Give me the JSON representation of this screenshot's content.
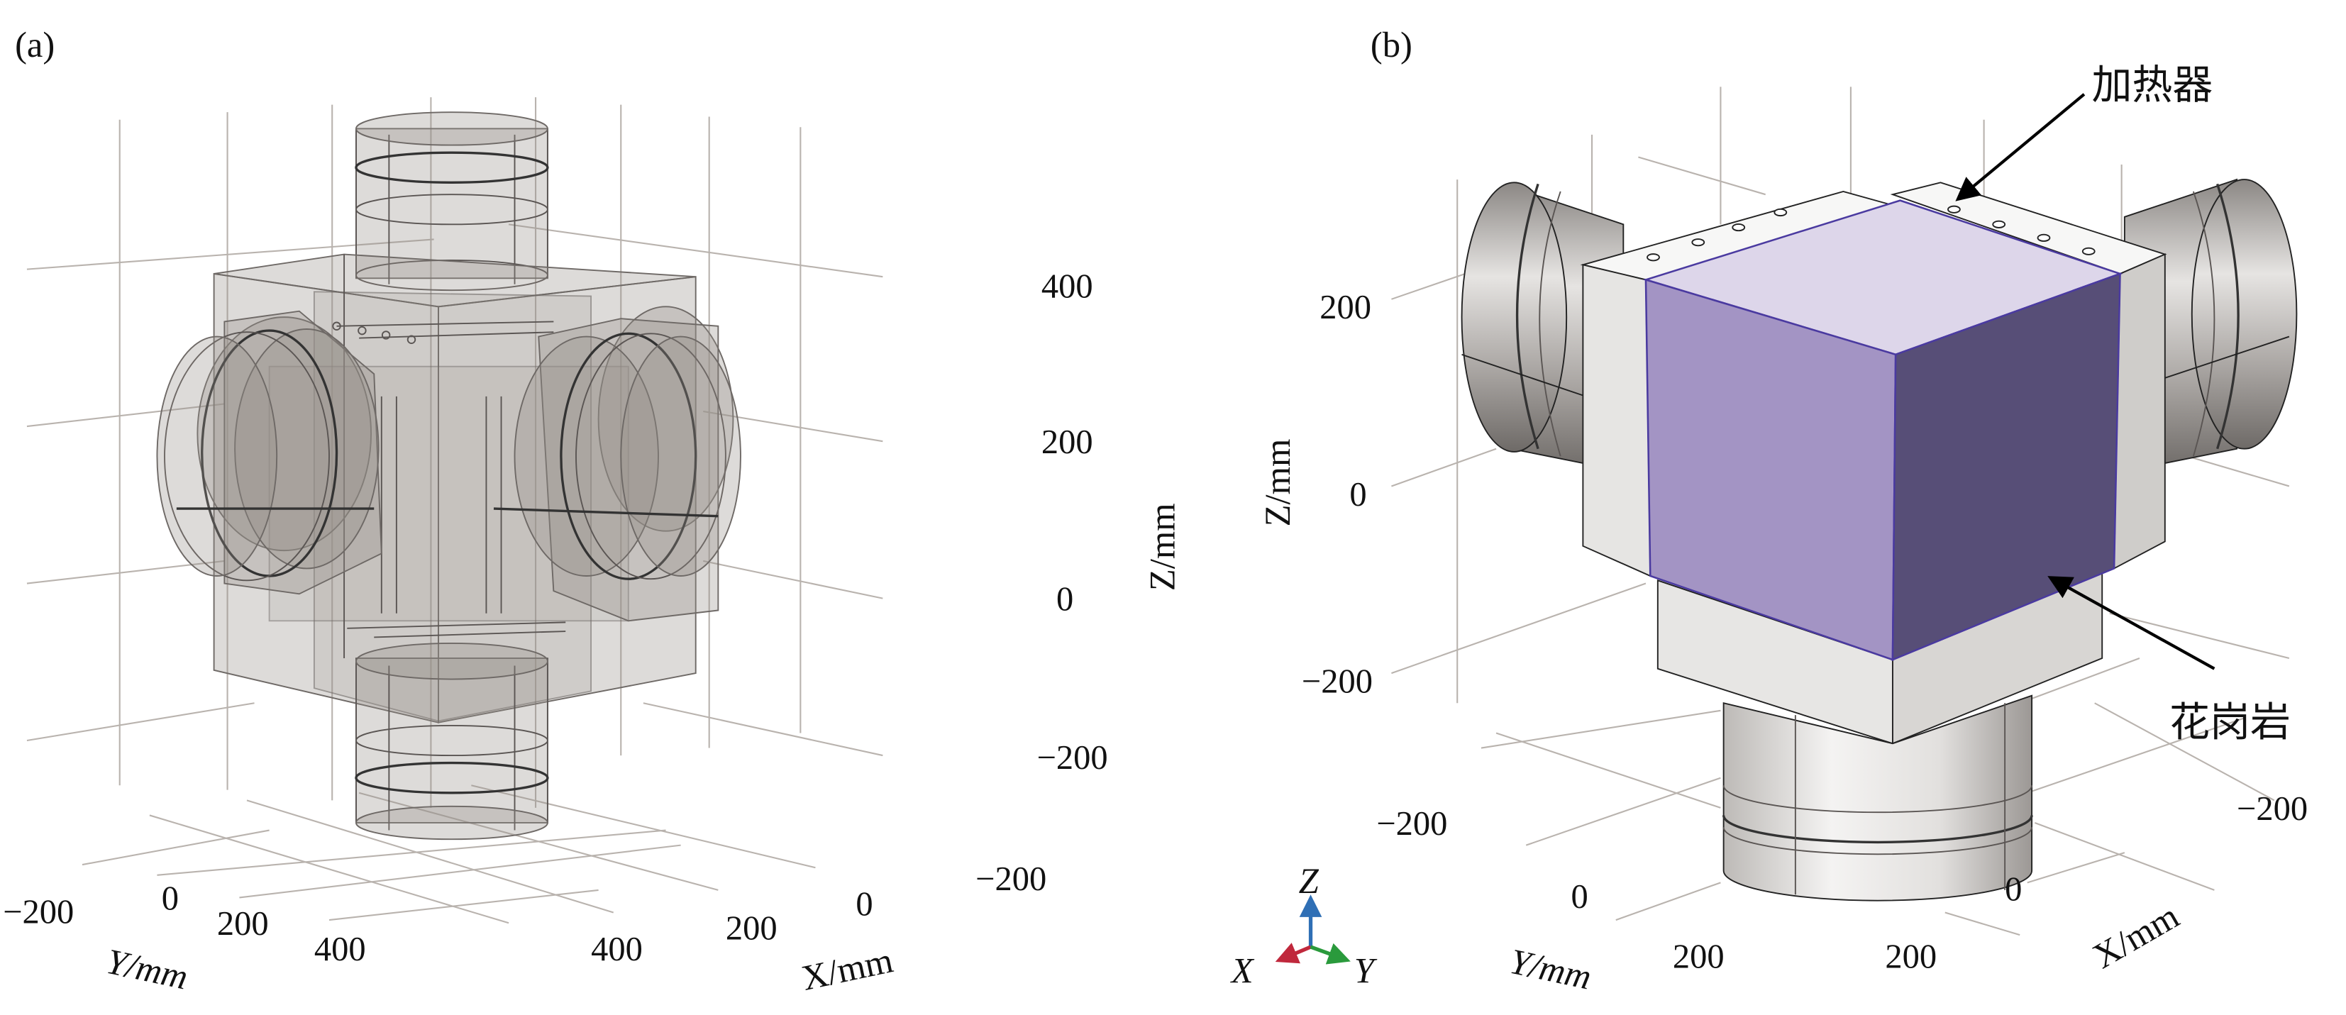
{
  "panel_a": {
    "label": "(a)",
    "z_ticks": [
      "400",
      "200",
      "0",
      "−200"
    ],
    "z_label": "Z/mm",
    "y_ticks": [
      "−200",
      "0",
      "200",
      "400"
    ],
    "y_label": "Y/mm",
    "x_ticks": [
      "400",
      "200",
      "0",
      "−200"
    ],
    "x_label": "X/mm"
  },
  "panel_b": {
    "label": "(b)",
    "z_ticks": [
      "200",
      "0",
      "−200"
    ],
    "z_label": "Z/mm",
    "y_ticks": [
      "−200",
      "0",
      "200"
    ],
    "y_label": "Y/mm",
    "x_ticks": [
      "−200",
      "0",
      "200"
    ],
    "x_label": "X/mm",
    "annotations": {
      "heater": "加热器",
      "granite": "花岗岩"
    },
    "triad": {
      "z": "Z",
      "x": "X",
      "y": "Y"
    },
    "colors": {
      "granite_top": "#ddd6ea",
      "granite_left": "#a394c4",
      "granite_right": "#574e77",
      "granite_edge": "#4a3aa0",
      "triad_x": "#c0283c",
      "triad_y": "#2a9a3c",
      "triad_z": "#2f6fb5"
    }
  }
}
